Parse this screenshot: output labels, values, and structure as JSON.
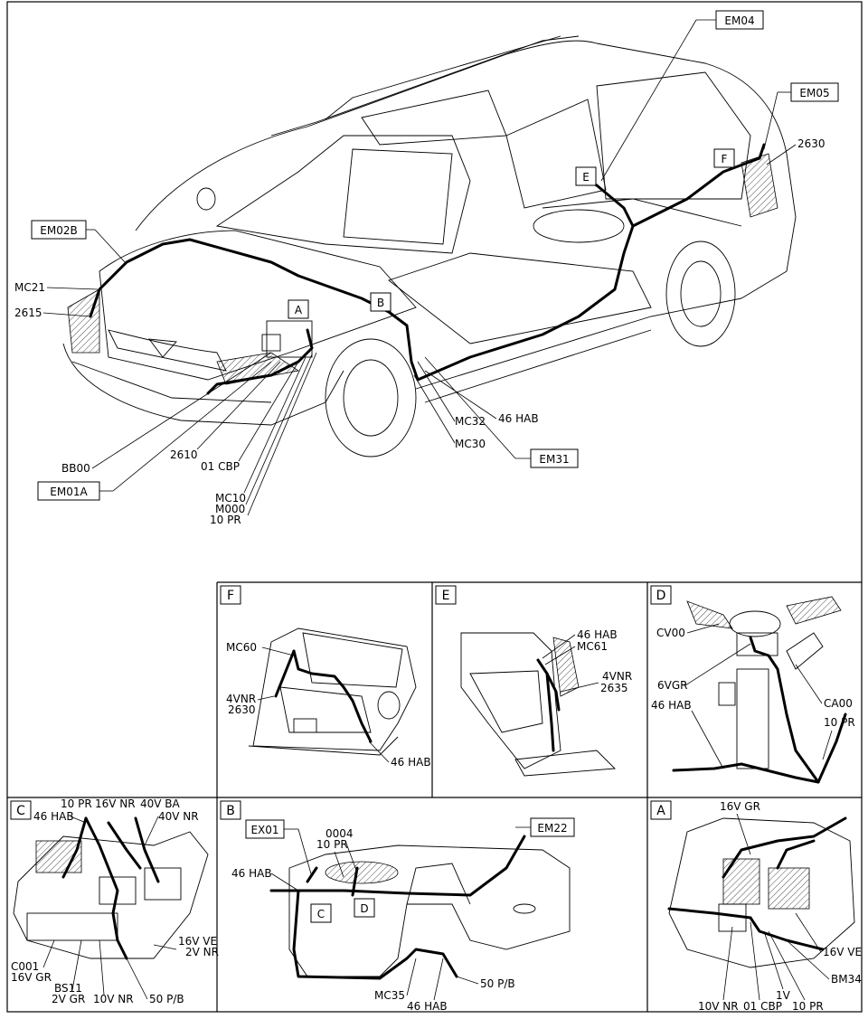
{
  "main": {
    "boxes": {
      "em04": "EM04",
      "em05": "EM05",
      "em02b": "EM02B",
      "em01a": "EM01A",
      "em31": "EM31",
      "a": "A",
      "b": "B",
      "e": "E",
      "f": "F"
    },
    "labels": {
      "mc21": "MC21",
      "c2615": "2615",
      "c2630": "2630",
      "mc32": "MC32",
      "hab46": "46 HAB",
      "mc30": "MC30",
      "c2610": "2610",
      "cbp01": "01 CBP",
      "bb00": "BB00",
      "mc10": "MC10",
      "m000": "M000",
      "pr10": "10 PR"
    }
  },
  "panel_f": {
    "tag": "F",
    "labels": {
      "mc60": "MC60",
      "vnr4": "4VNR",
      "c2630": "2630",
      "hab46": "46 HAB"
    }
  },
  "panel_e": {
    "tag": "E",
    "labels": {
      "hab46": "46 HAB",
      "mc61": "MC61",
      "vnr4": "4VNR",
      "c2635": "2635"
    }
  },
  "panel_d": {
    "tag": "D",
    "labels": {
      "cv00": "CV00",
      "vgr6": "6VGR",
      "ca00": "CA00",
      "hab46": "46 HAB",
      "pr10": "10 PR"
    }
  },
  "panel_c": {
    "tag": "C",
    "labels": {
      "pr10": "10 PR",
      "vnr16": "16V NR",
      "vba40": "40V BA",
      "hab46": "46 HAB",
      "vnr40": "40V NR",
      "vve16": "16V VE",
      "vnr2": "2V NR",
      "c001": "C001",
      "vgr16": "16V GR",
      "bs11": "BS11",
      "vgr2": "2V GR",
      "vnr10": "10V NR",
      "pb50": "50 P/B"
    }
  },
  "panel_b": {
    "tag": "B",
    "boxes": {
      "ex01": "EX01",
      "em22": "EM22",
      "c": "C",
      "d": "D"
    },
    "labels": {
      "c0004": "0004",
      "pr10": "10 PR",
      "hab46": "46 HAB",
      "pb50": "50 P/B",
      "mc35": "MC35",
      "hab46b": "46 HAB"
    }
  },
  "panel_a": {
    "tag": "A",
    "labels": {
      "vgr16": "16V GR",
      "vve16": "16V VE",
      "bm34": "BM34",
      "vnr10": "10V NR",
      "cbp01": "01 CBP",
      "v1": "1V",
      "pr10": "10 PR"
    }
  }
}
